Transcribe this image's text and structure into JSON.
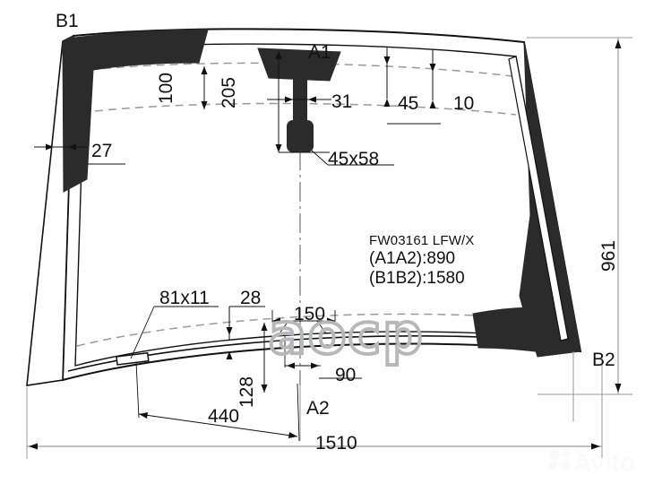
{
  "drawing": {
    "type": "windshield-technical-drawing",
    "part_id": "FW03161 LFW/X",
    "chord_a": "(A1A2):890",
    "chord_b": "(B1B2):1580",
    "stroke_color": "#111111",
    "fill_color": "#2b2b2b",
    "background": "#ffffff"
  },
  "corner_labels": {
    "b1": "B1",
    "a1": "A1",
    "b2": "B2",
    "a2": "A2"
  },
  "dimensions": {
    "band_100": "100",
    "band_205": "205",
    "band_31": "31",
    "band_45": "45",
    "band_10": "10",
    "edge_27": "27",
    "mirror_pad": "45x58",
    "slot_81x11": "81x11",
    "band_28": "28",
    "band_150": "150",
    "band_128": "128",
    "band_90": "90",
    "width_440": "440",
    "width_1510": "1510",
    "height_961": "961"
  },
  "watermark": {
    "center_text": "аосp",
    "brand": "Avito"
  }
}
